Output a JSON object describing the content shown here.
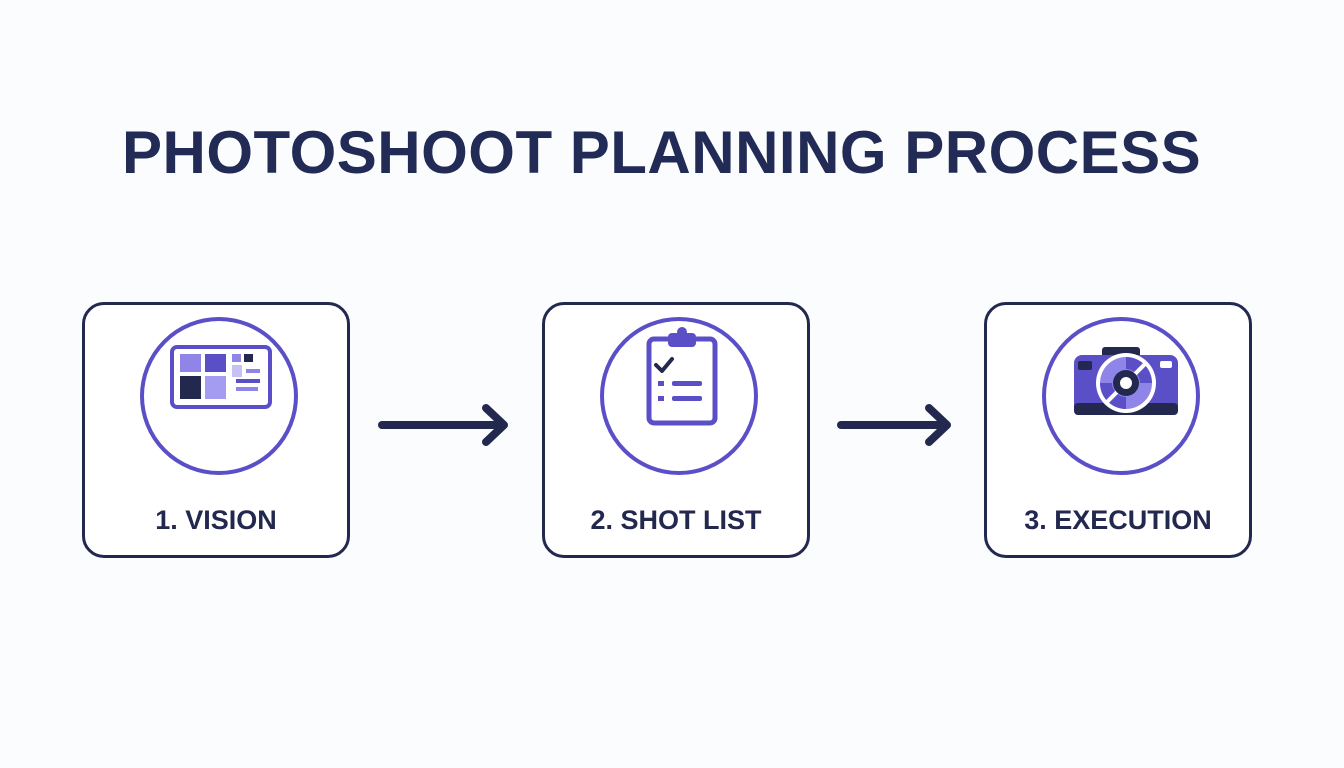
{
  "title": "PHOTOSHOOT PLANNING PROCESS",
  "steps": [
    {
      "label": "1. VISION",
      "icon": "moodboard-icon"
    },
    {
      "label": "2. SHOT LIST",
      "icon": "clipboard-checklist-icon"
    },
    {
      "label": "3. EXECUTION",
      "icon": "camera-icon"
    }
  ],
  "colors": {
    "text": "#222a56",
    "border": "#23284f",
    "accent": "#5b4fc8",
    "accent_light": "#8f85e8",
    "background": "#fbfcfd"
  }
}
